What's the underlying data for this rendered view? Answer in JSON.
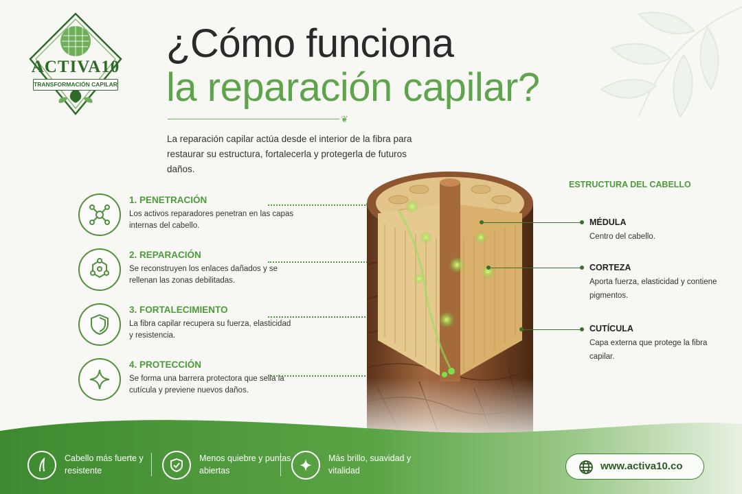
{
  "brand": {
    "name": "ACTIVA10",
    "tagline": "TRANSFORMACIÓN CAPILAR"
  },
  "header": {
    "title_line1": "¿Cómo funciona",
    "title_line2": "la reparación capilar?",
    "intro": "La reparación capilar actúa desde el interior de la fibra para restaurar su estructura, fortalecerla y protegerla de futuros daños."
  },
  "steps": [
    {
      "title": "1. PENETRACIÓN",
      "text": "Los activos reparadores penetran en las capas internas del cabello.",
      "icon": "molecule-icon"
    },
    {
      "title": "2. REPARACIÓN",
      "text": "Se reconstruyen los enlaces dañados y se rellenan las zonas debilitadas.",
      "icon": "hexagon-bond-icon"
    },
    {
      "title": "3. FORTALECIMIENTO",
      "text": "La fibra capilar recupera su fuerza, elasticidad y resistencia.",
      "icon": "shield-icon"
    },
    {
      "title": "4. PROTECCIÓN",
      "text": "Se forma una barrera protectora que sella la cutícula y previene nuevos daños.",
      "icon": "sparkle-icon"
    }
  ],
  "structure": {
    "heading": "ESTRUCTURA DEL CABELLO",
    "labels": [
      {
        "title": "MÉDULA",
        "text": "Centro del cabello."
      },
      {
        "title": "CORTEZA",
        "text": "Aporta fuerza, elasticidad y contiene pigmentos."
      },
      {
        "title": "CUTÍCULA",
        "text": "Capa externa que protege la fibra capilar."
      }
    ]
  },
  "benefits": [
    {
      "text": "Cabello más fuerte y resistente",
      "icon": "hair-strand-icon"
    },
    {
      "text": "Menos quiebre y puntas abiertas",
      "icon": "shield-check-icon"
    },
    {
      "text": "Más brillo, suavidad y vitalidad",
      "icon": "sparkle-icon"
    }
  ],
  "website": {
    "url": "www.activa10.co",
    "icon": "globe-icon"
  },
  "colors": {
    "green_accent": "#5fa44c",
    "dark_green": "#2f6a2a",
    "hair_brown": "#8a5634",
    "band_green": "#4e9a3c"
  }
}
